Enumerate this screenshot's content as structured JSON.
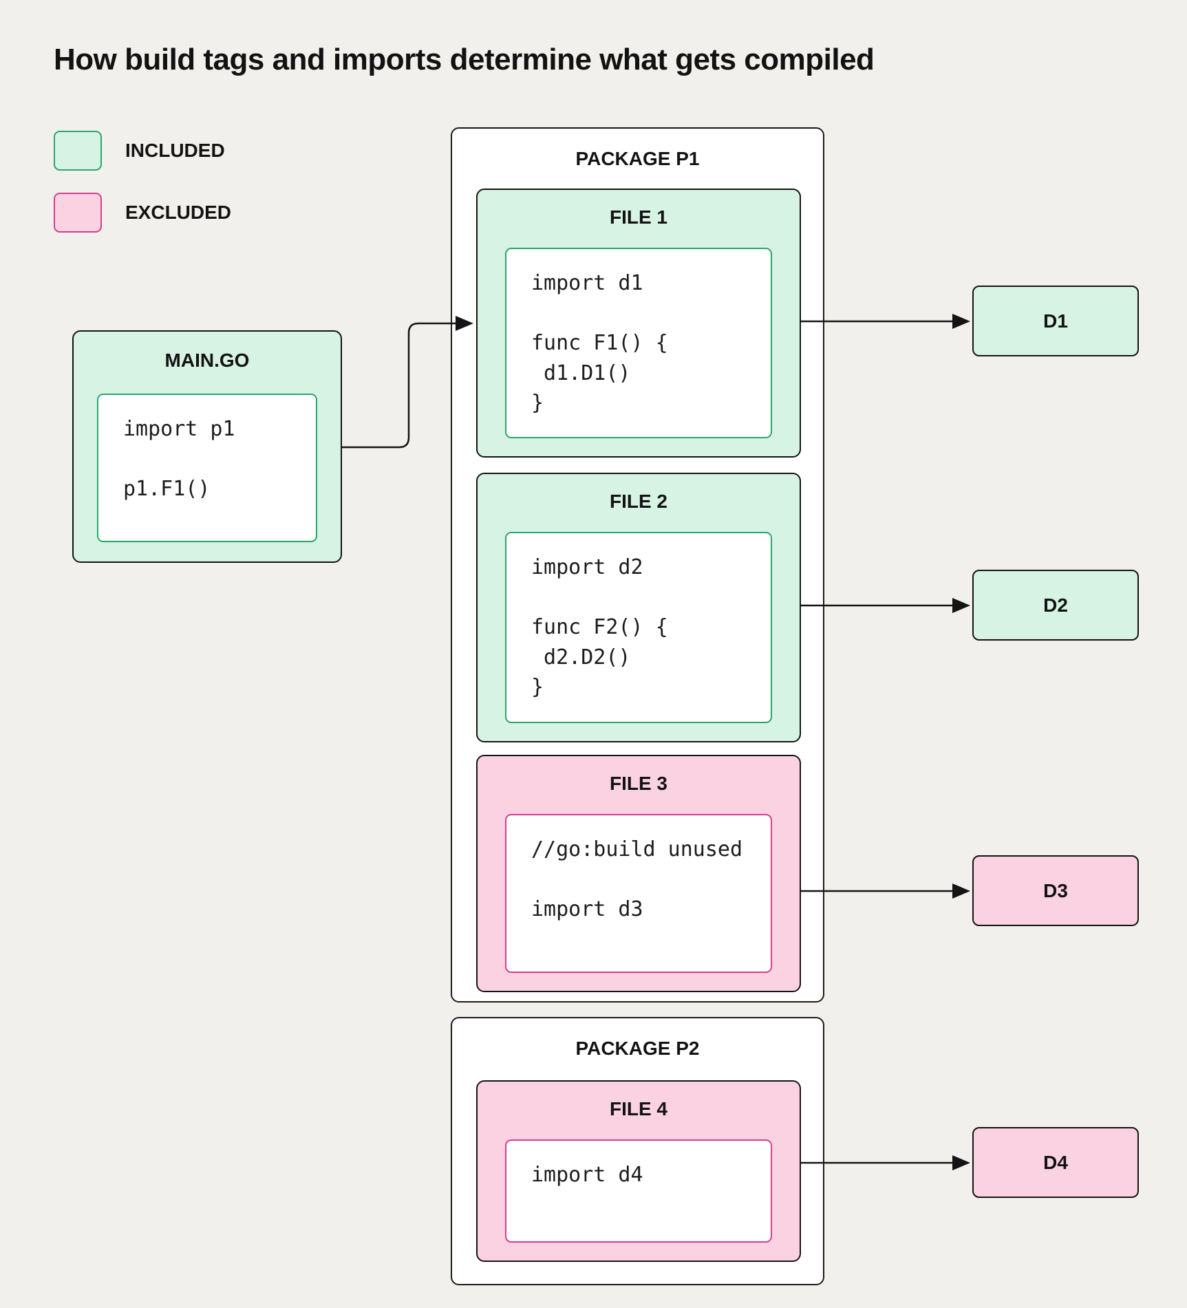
{
  "title": "How build tags and imports determine what gets compiled",
  "legend": {
    "included_label": "INCLUDED",
    "excluded_label": "EXCLUDED"
  },
  "colors": {
    "background": "#f1f0ed",
    "included_fill": "#d7f3e3",
    "included_border": "#2aa56b",
    "excluded_fill": "#fad2e2",
    "excluded_border": "#d63c8f",
    "arrow": "#141414"
  },
  "main_go": {
    "label": "MAIN.GO",
    "status": "included",
    "code": "import p1\n\np1.F1()"
  },
  "package_p1": {
    "label": "PACKAGE P1",
    "files": [
      {
        "label": "FILE 1",
        "status": "included",
        "code": "import d1\n\nfunc F1() {\n d1.D1()\n}"
      },
      {
        "label": "FILE 2",
        "status": "included",
        "code": "import d2\n\nfunc F2() {\n d2.D2()\n}"
      },
      {
        "label": "FILE 3",
        "status": "excluded",
        "code": "//go:build unused\n\nimport d3"
      }
    ]
  },
  "package_p2": {
    "label": "PACKAGE P2",
    "files": [
      {
        "label": "FILE 4",
        "status": "excluded",
        "code": "import d4"
      }
    ]
  },
  "dependencies": [
    {
      "label": "D1",
      "status": "included"
    },
    {
      "label": "D2",
      "status": "included"
    },
    {
      "label": "D3",
      "status": "excluded"
    },
    {
      "label": "D4",
      "status": "excluded"
    }
  ],
  "edges": [
    {
      "from": "MAIN.GO",
      "to": "FILE 1"
    },
    {
      "from": "FILE 1",
      "to": "D1"
    },
    {
      "from": "FILE 2",
      "to": "D2"
    },
    {
      "from": "FILE 3",
      "to": "D3"
    },
    {
      "from": "FILE 4",
      "to": "D4"
    }
  ]
}
